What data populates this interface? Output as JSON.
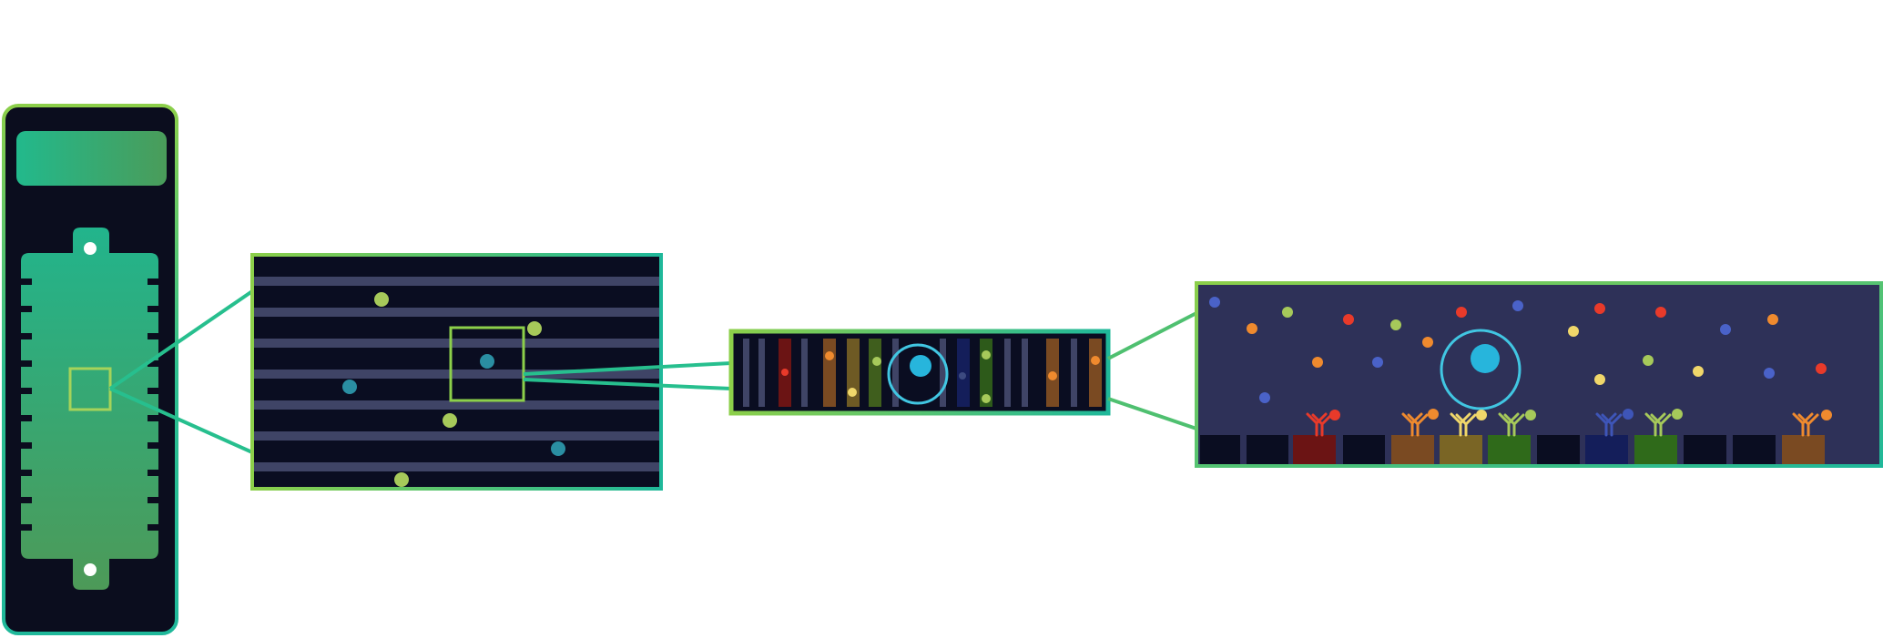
{
  "colors": {
    "background": "#ffffff",
    "chip_body": "#0b0d1e",
    "panel_dark": "#0a0d21",
    "panel_blue": "#2e3158",
    "stripe": "#3f4466",
    "teal": "#1fb89a",
    "lime": "#8ccf4a",
    "green_frame": "#5dc273",
    "cell_blue": "#27b5dc",
    "cell_ring": "#41c6e2",
    "dot_lime": "#a6c95a",
    "dot_teal": "#2a8ea2"
  },
  "icons": {
    "chip": "microfluidic-chip-icon",
    "zoom_region": "zoom-region-icon",
    "cell": "cell-icon",
    "antibody": "antibody-icon"
  },
  "diagram": {
    "stages": [
      "chip",
      "channel-array",
      "channel-strip",
      "capture-detail"
    ]
  }
}
